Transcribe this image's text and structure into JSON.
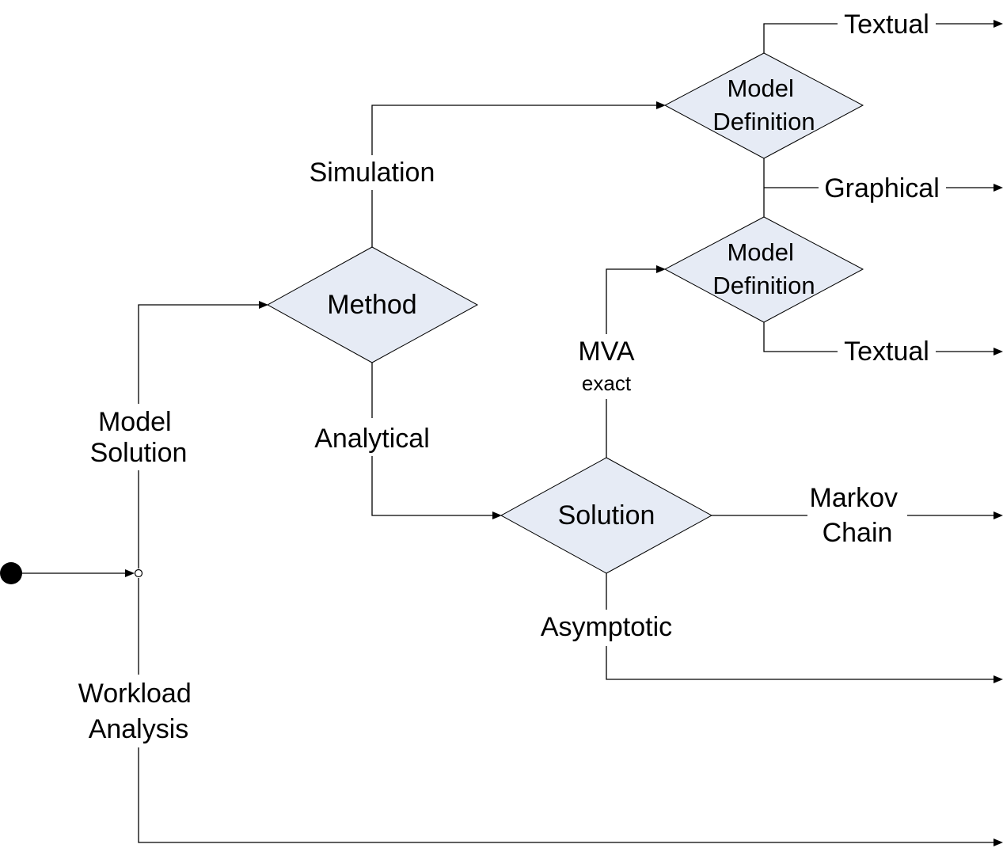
{
  "nodes": {
    "method": "Method",
    "solution": "Solution",
    "model_definition_upper": [
      "Model",
      "Definition"
    ],
    "model_definition_lower": [
      "Model",
      "Definition"
    ]
  },
  "edges": {
    "model_solution": [
      "Model",
      "Solution"
    ],
    "workload_analysis": [
      "Workload",
      "Analysis"
    ],
    "simulation": "Simulation",
    "analytical": "Analytical",
    "mva": "MVA",
    "mva_sub": "exact",
    "asymptotic": "Asymptotic",
    "markov_chain": [
      "Markov",
      "Chain"
    ],
    "textual_top": "Textual",
    "graphical": "Graphical",
    "textual_bottom": "Textual"
  },
  "colors": {
    "diamond_fill": "#e6ebf5",
    "line": "#000000"
  }
}
